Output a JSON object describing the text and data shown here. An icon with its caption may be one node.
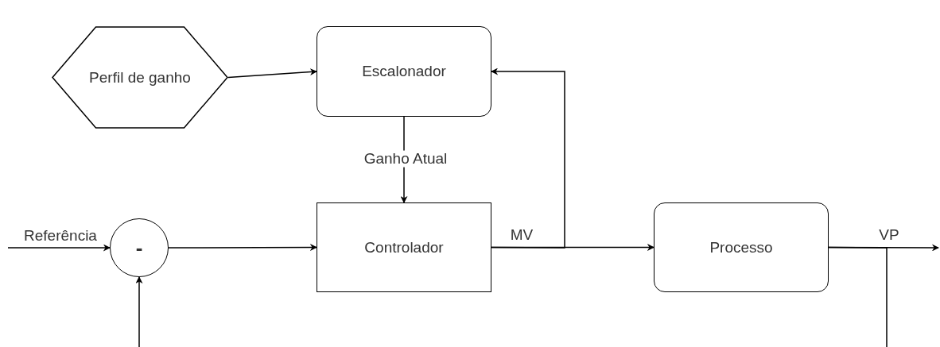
{
  "diagram": {
    "nodes": [
      {
        "text": [
          "Perfil de ganho"
        ]
      },
      {
        "text": [
          "Escalonador"
        ]
      },
      {
        "text": [
          "-"
        ]
      },
      {
        "text": [
          "Controlador"
        ]
      },
      {
        "text": [
          "Processo"
        ]
      }
    ],
    "edges": [
      {
        "from": 0,
        "to": 1,
        "arrow": "to"
      },
      {
        "from": 3,
        "to": 1,
        "arrow": "to"
      },
      {
        "from": 1,
        "to": 3,
        "arrow": "to",
        "label": "Ganho Atual"
      },
      {
        "from": null,
        "to": 2,
        "arrow": "to",
        "label": "Referência"
      },
      {
        "from": 2,
        "to": 3,
        "arrow": "to"
      },
      {
        "from": 3,
        "to": 4,
        "arrow": "to",
        "label": "MV"
      },
      {
        "from": 4,
        "to": null,
        "arrow": "to",
        "label": "VP"
      },
      {
        "from": null,
        "to": 2,
        "arrow": "to"
      },
      {
        "from": 4,
        "to": null,
        "arrow": "none"
      }
    ]
  }
}
